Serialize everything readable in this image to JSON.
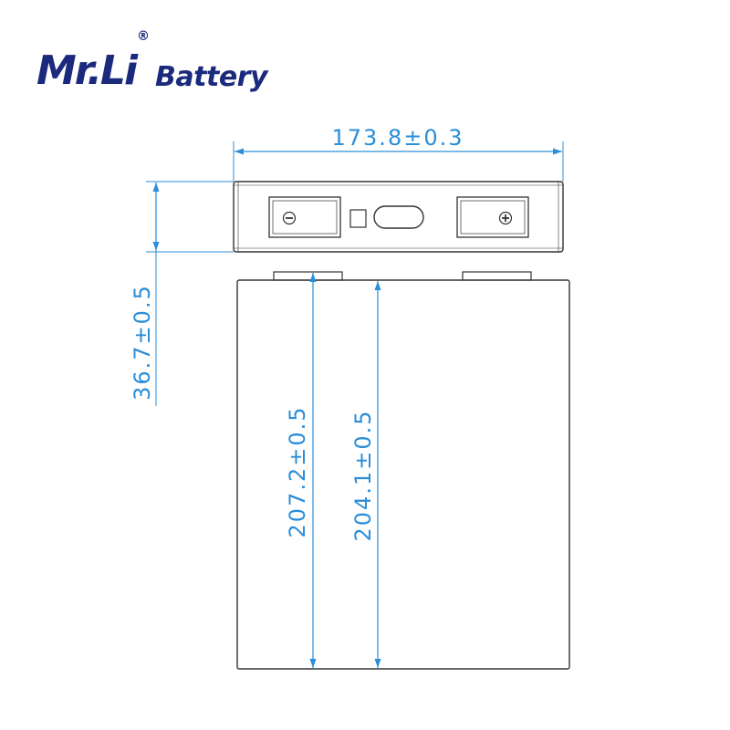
{
  "brand": {
    "name": "Mr.Li",
    "registered_mark": "®",
    "product": "Battery"
  },
  "dimensions": {
    "width": "173.8±0.3",
    "thickness": "36.7±0.5",
    "total_height": "207.2±0.5",
    "body_height": "204.1±0.5"
  },
  "terminals": {
    "negative_symbol": "⊖",
    "positive_symbol": "⊕"
  },
  "colors": {
    "brand": "#1b2a7d",
    "dimension": "#2b8ed8",
    "outline": "#333333"
  },
  "icons": {
    "negative_terminal": "minus-circle-icon",
    "positive_terminal": "plus-circle-icon"
  }
}
